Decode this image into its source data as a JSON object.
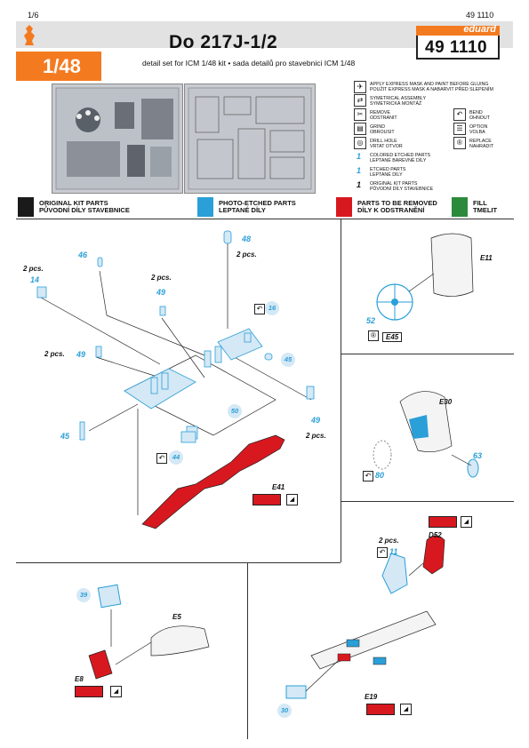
{
  "header": {
    "page_left": "1/6",
    "page_right": "49 1110",
    "scale": "1/48",
    "title": "Do 217J-1/2",
    "subtitle": "detail set for  ICM 1/48 kit • sada detailů pro stavebnici  ICM 1/48",
    "brand": "eduard",
    "code": "49 1110"
  },
  "legend": {
    "mask": "APPLY EXPRESS MASK AND PAINT BEFORE GLUING\nPOUŽIT EXPRESS MASK A NABARVIT PŘED SLEPENÍM",
    "symmetrical": "SYMETRICAL ASSEMBLY\nSYMETRICKÁ MONTÁŽ",
    "remove": "REMOVE\nODSTRANIT",
    "bend": "BEND\nOHNOUT",
    "grind": "GRIND\nOBROUSIT",
    "option": "OPTION\nVOLBA",
    "drill": "DRILL HOLE\nVRTAT OTVOR",
    "replace": "REPLACE\nNAHRADIT",
    "colored": "COLORED ETCHED PARTS\nLEPTANÉ BAREVNÉ DÍLY",
    "etched": "ETCHED PARTS\nLEPTANÉ DÍLY",
    "original": "ORIGINAL KIT PARTS\nPŮVODNÍ DÍLY STAVEBNICE",
    "num_colored": "1",
    "num_etched": "1",
    "num_original": "1"
  },
  "categories": [
    {
      "label": "ORIGINAL KIT PARTS\nPŮVODNÍ DÍLY STAVEBNICE",
      "color": "#1a1a1a"
    },
    {
      "label": "PHOTO-ETCHED PARTS\nLEPTANÉ DÍLY",
      "color": "#2a9fd8"
    },
    {
      "label": "PARTS TO BE REMOVED\nDÍLY K ODSTRANĚNÍ",
      "color": "#d8181f"
    },
    {
      "label": "FILL\nTMELIT",
      "color": "#2c8a3c"
    }
  ],
  "callouts": {
    "n48": "48",
    "n46": "46",
    "two_pcs_a": "2 pcs.",
    "n14": "14",
    "two_pcs_b": "2 pcs.",
    "n49a": "49",
    "two_pcs_c": "2 pcs.",
    "n16": "16",
    "two_pcs_d": "2 pcs.",
    "n49b": "49",
    "n45a": "45",
    "n50": "50",
    "n45b": "45",
    "n44": "44",
    "n49c": "49",
    "two_pcs_e": "2 pcs.",
    "e41": "E41",
    "e11": "E11",
    "n52": "52",
    "e45": "E45",
    "e30": "E30",
    "n63": "63",
    "n80": "80",
    "d52": "D52",
    "two_pcs_f": "2 pcs.",
    "n11": "11",
    "n39": "39",
    "e5": "E5",
    "e8": "E8",
    "e19": "E19",
    "n30": "30"
  },
  "colors": {
    "accent_orange": "#f47a20",
    "pe_blue": "#2a9fd8",
    "remove_red": "#d8181f"
  }
}
